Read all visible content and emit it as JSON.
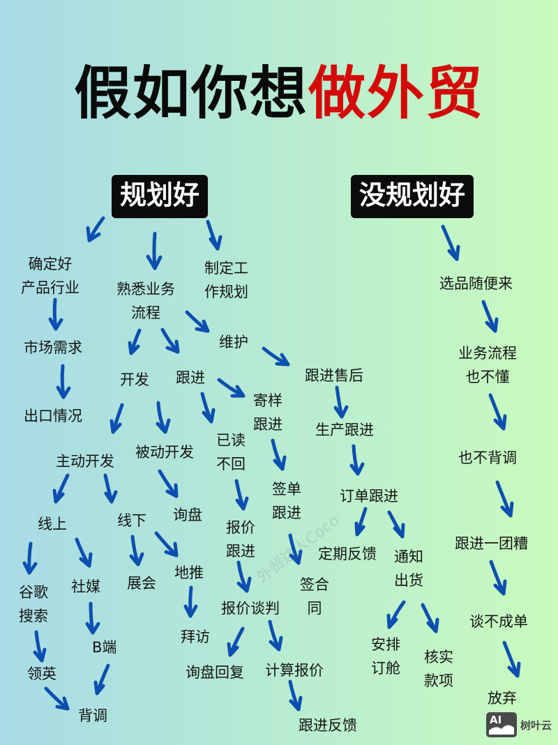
{
  "title": {
    "part_black": "假如你想",
    "part_red": "做外贸",
    "colors": {
      "black": "#0a0a0a",
      "red": "#d40a0a"
    }
  },
  "branches": {
    "planned": {
      "label": "规划好"
    },
    "unplanned": {
      "label": "没规划好"
    }
  },
  "nodes": {
    "determine_line1": "确定好",
    "determine_line2": "产品行业",
    "familiar_line1": "熟悉业务",
    "familiar_line2": "流程",
    "plan_line1": "制定工",
    "plan_line2": "作规划",
    "market": "市场需求",
    "export": "出口情况",
    "develop": "开发",
    "follow": "跟进",
    "maintain": "维护",
    "aftersale": "跟进售后",
    "sample_line1": "寄样",
    "sample_line2": "跟进",
    "readnoreply_line1": "已读",
    "readnoreply_line2": "不回",
    "active": "主动开发",
    "passive": "被动开发",
    "production": "生产跟进",
    "sign_line1": "签单",
    "sign_line2": "跟进",
    "order": "订单跟进",
    "online": "线上",
    "offline": "线下",
    "inquiry": "询盘",
    "quote_line1": "报价",
    "quote_line2": "跟进",
    "regular": "定期反馈",
    "notify_line1": "通知",
    "notify_line2": "出货",
    "google_line1": "谷歌",
    "google_line2": "搜索",
    "social": "社媒",
    "fair": "展会",
    "ground": "地推",
    "contract_line1": "签合",
    "contract_line2": "同",
    "negotiate": "报价谈判",
    "b2b": "B端",
    "visit": "拜访",
    "linkedin": "领英",
    "inquiry_reply": "询盘回复",
    "calc": "计算报价",
    "book_line1": "安排",
    "book_line2": "订舱",
    "verify_line1": "核实",
    "verify_line2": "款项",
    "background": "背调",
    "feedback": "跟进反馈"
  },
  "unplanned_nodes": {
    "random": "选品随便来",
    "process_line1": "业务流程",
    "process_line2": "也不懂",
    "nocheck": "也不背调",
    "mess": "跟进一团糟",
    "fail": "谈不成单",
    "quit": "放弃"
  },
  "watermark": "外贸达人Coco",
  "logo": {
    "badge": "AI",
    "text": "树叶云"
  },
  "arrow_color": "#0d4fb0"
}
